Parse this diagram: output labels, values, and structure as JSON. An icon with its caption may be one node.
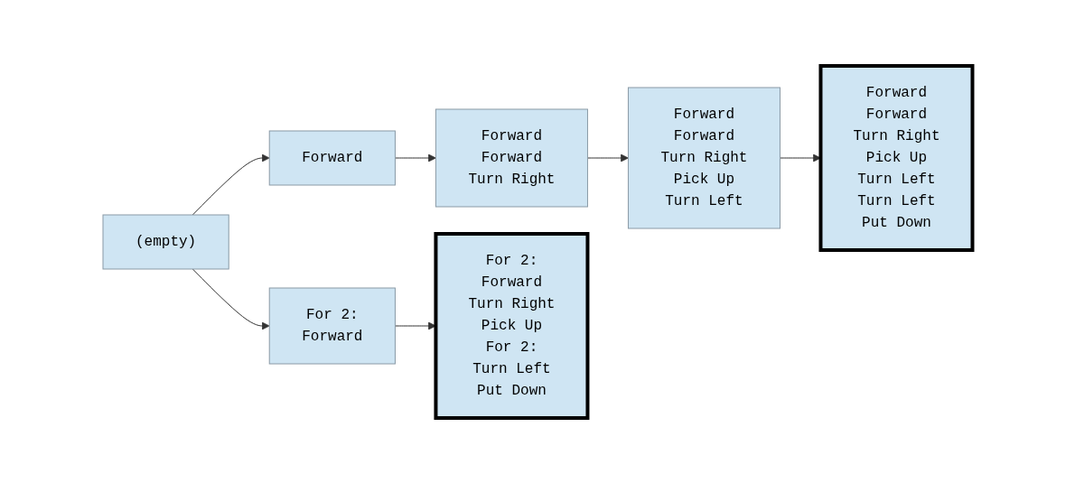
{
  "diagram": {
    "nodes": [
      {
        "text": [
          "(empty)"
        ]
      },
      {
        "text": [
          "Forward"
        ]
      },
      {
        "text": [
          "Forward",
          "Forward",
          "Turn Right"
        ]
      },
      {
        "text": [
          "Forward",
          "Forward",
          "Turn Right",
          "Pick Up",
          "Turn Left"
        ]
      },
      {
        "text": [
          "Forward",
          "Forward",
          "Turn Right",
          "Pick Up",
          "Turn Left",
          "Turn Left",
          "Put Down"
        ]
      },
      {
        "text": [
          "For 2:",
          "Forward"
        ]
      },
      {
        "text": [
          "For 2:",
          "Forward",
          "Turn Right",
          "Pick Up",
          "For 2:",
          "Turn Left",
          "Put Down"
        ]
      }
    ],
    "edges": [
      {
        "from": 0,
        "to": 1,
        "arrow": "to"
      },
      {
        "from": 1,
        "to": 2,
        "arrow": "to"
      },
      {
        "from": 2,
        "to": 3,
        "arrow": "to"
      },
      {
        "from": 3,
        "to": 4,
        "arrow": "to"
      },
      {
        "from": 0,
        "to": 5,
        "arrow": "to"
      },
      {
        "from": 5,
        "to": 6,
        "arrow": "to"
      }
    ]
  }
}
